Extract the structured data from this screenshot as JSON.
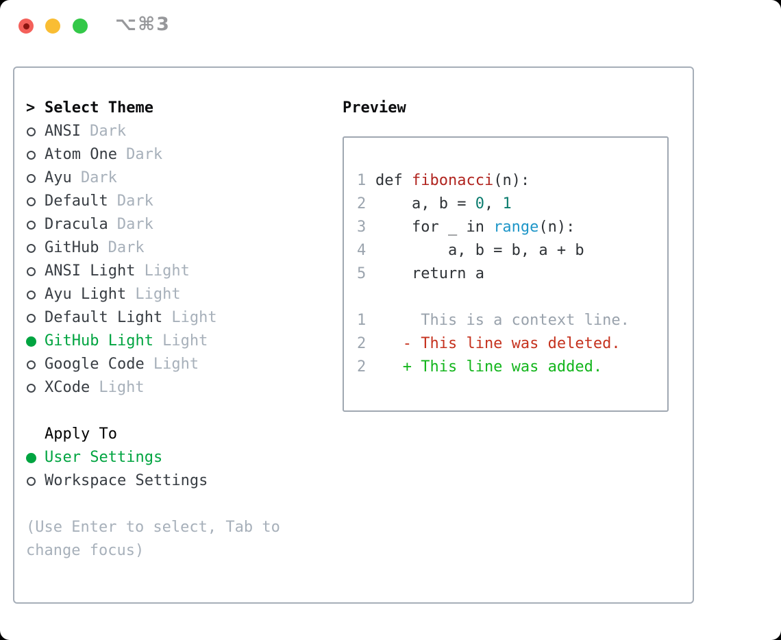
{
  "window": {
    "shortcut": "⌥⌘3"
  },
  "colors": {
    "accent_green": "#00a440",
    "panel_border": "#a6aeb8",
    "muted_gray": "#a7b0ba",
    "text_dark": "#383d43",
    "syntax_function_red": "#b0241f",
    "syntax_number_teal": "#0b7c6e",
    "syntax_builtin_blue": "#1e96c8",
    "diff_deleted_red": "#c5321e",
    "diff_added_green": "#13b51c",
    "traffic_red": "#f4605a",
    "traffic_yellow": "#f9bd33",
    "traffic_green": "#33c848"
  },
  "picker": {
    "marker": ">",
    "title": "Select Theme",
    "items": [
      {
        "name": "ANSI",
        "tag": "Dark",
        "selected": false
      },
      {
        "name": "Atom One",
        "tag": "Dark",
        "selected": false
      },
      {
        "name": "Ayu",
        "tag": "Dark",
        "selected": false
      },
      {
        "name": "Default",
        "tag": "Dark",
        "selected": false
      },
      {
        "name": "Dracula",
        "tag": "Dark",
        "selected": false
      },
      {
        "name": "GitHub",
        "tag": "Dark",
        "selected": false
      },
      {
        "name": "ANSI Light",
        "tag": "Light",
        "selected": false
      },
      {
        "name": "Ayu Light",
        "tag": "Light",
        "selected": false
      },
      {
        "name": "Default Light",
        "tag": "Light",
        "selected": false
      },
      {
        "name": "GitHub Light",
        "tag": "Light",
        "selected": true
      },
      {
        "name": "Google Code",
        "tag": "Light",
        "selected": false
      },
      {
        "name": "XCode",
        "tag": "Light",
        "selected": false
      }
    ]
  },
  "apply_to": {
    "title": "Apply To",
    "options": [
      {
        "name": "User Settings",
        "selected": true
      },
      {
        "name": "Workspace Settings",
        "selected": false
      }
    ]
  },
  "hint": {
    "lines": [
      "(Use Enter to select, Tab to",
      "change focus)"
    ]
  },
  "preview": {
    "title": "Preview",
    "lines": [
      {
        "num": "1",
        "tokens": [
          {
            "t": "def ",
            "c": "d"
          },
          {
            "t": "fibonacci",
            "c": "fn"
          },
          {
            "t": "(n):",
            "c": "d"
          }
        ]
      },
      {
        "num": "2",
        "tokens": [
          {
            "t": "    a, b = ",
            "c": "d"
          },
          {
            "t": "0",
            "c": "num"
          },
          {
            "t": ", ",
            "c": "d"
          },
          {
            "t": "1",
            "c": "num"
          }
        ]
      },
      {
        "num": "3",
        "tokens": [
          {
            "t": "    for _ in ",
            "c": "d"
          },
          {
            "t": "range",
            "c": "bi"
          },
          {
            "t": "(n):",
            "c": "d"
          }
        ]
      },
      {
        "num": "4",
        "tokens": [
          {
            "t": "        a, b = b, a + b",
            "c": "d"
          }
        ]
      },
      {
        "num": "5",
        "tokens": [
          {
            "t": "    return a",
            "c": "d"
          }
        ]
      },
      {
        "num": "",
        "tokens": []
      },
      {
        "num": "1",
        "tokens": [
          {
            "t": "     This is a context line.",
            "c": "ctx"
          }
        ]
      },
      {
        "num": "2",
        "tokens": [
          {
            "t": "   - This line was deleted.",
            "c": "del"
          }
        ]
      },
      {
        "num": "2",
        "tokens": [
          {
            "t": "   + This line was added.",
            "c": "add"
          }
        ]
      }
    ]
  }
}
